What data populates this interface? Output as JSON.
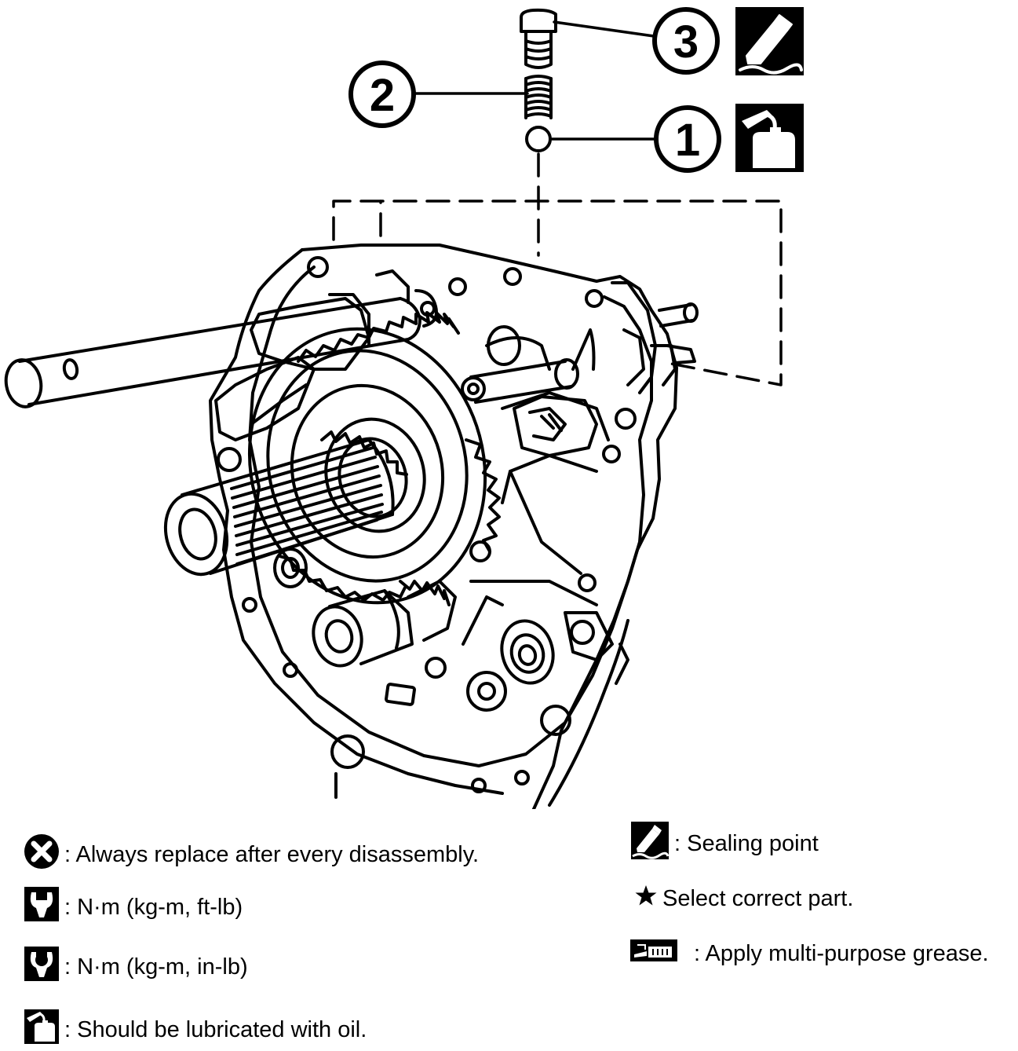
{
  "callouts": {
    "part_1": "1",
    "part_2": "2",
    "part_3": "3"
  },
  "legend": {
    "replace": ": Always replace after every disassembly.",
    "torque_ftlb": ": N·m (kg-m, ft-lb)",
    "torque_inlb": ": N·m (kg-m, in-lb)",
    "lubricate_oil": ": Should be lubricated with oil.",
    "sealing_point": ": Sealing point",
    "select_part": "Select correct part.",
    "grease": ": Apply multi-purpose grease."
  },
  "icons": {
    "replace": "x-circle-icon",
    "torque_ftlb": "wrench-open-icon",
    "torque_inlb": "wrench-filled-icon",
    "lubricate_oil": "oil-can-icon",
    "sealing_point": "sealant-tube-icon",
    "select_part": "star-icon",
    "grease": "grease-gun-icon"
  },
  "colors": {
    "ink": "#000000",
    "paper": "#ffffff"
  }
}
